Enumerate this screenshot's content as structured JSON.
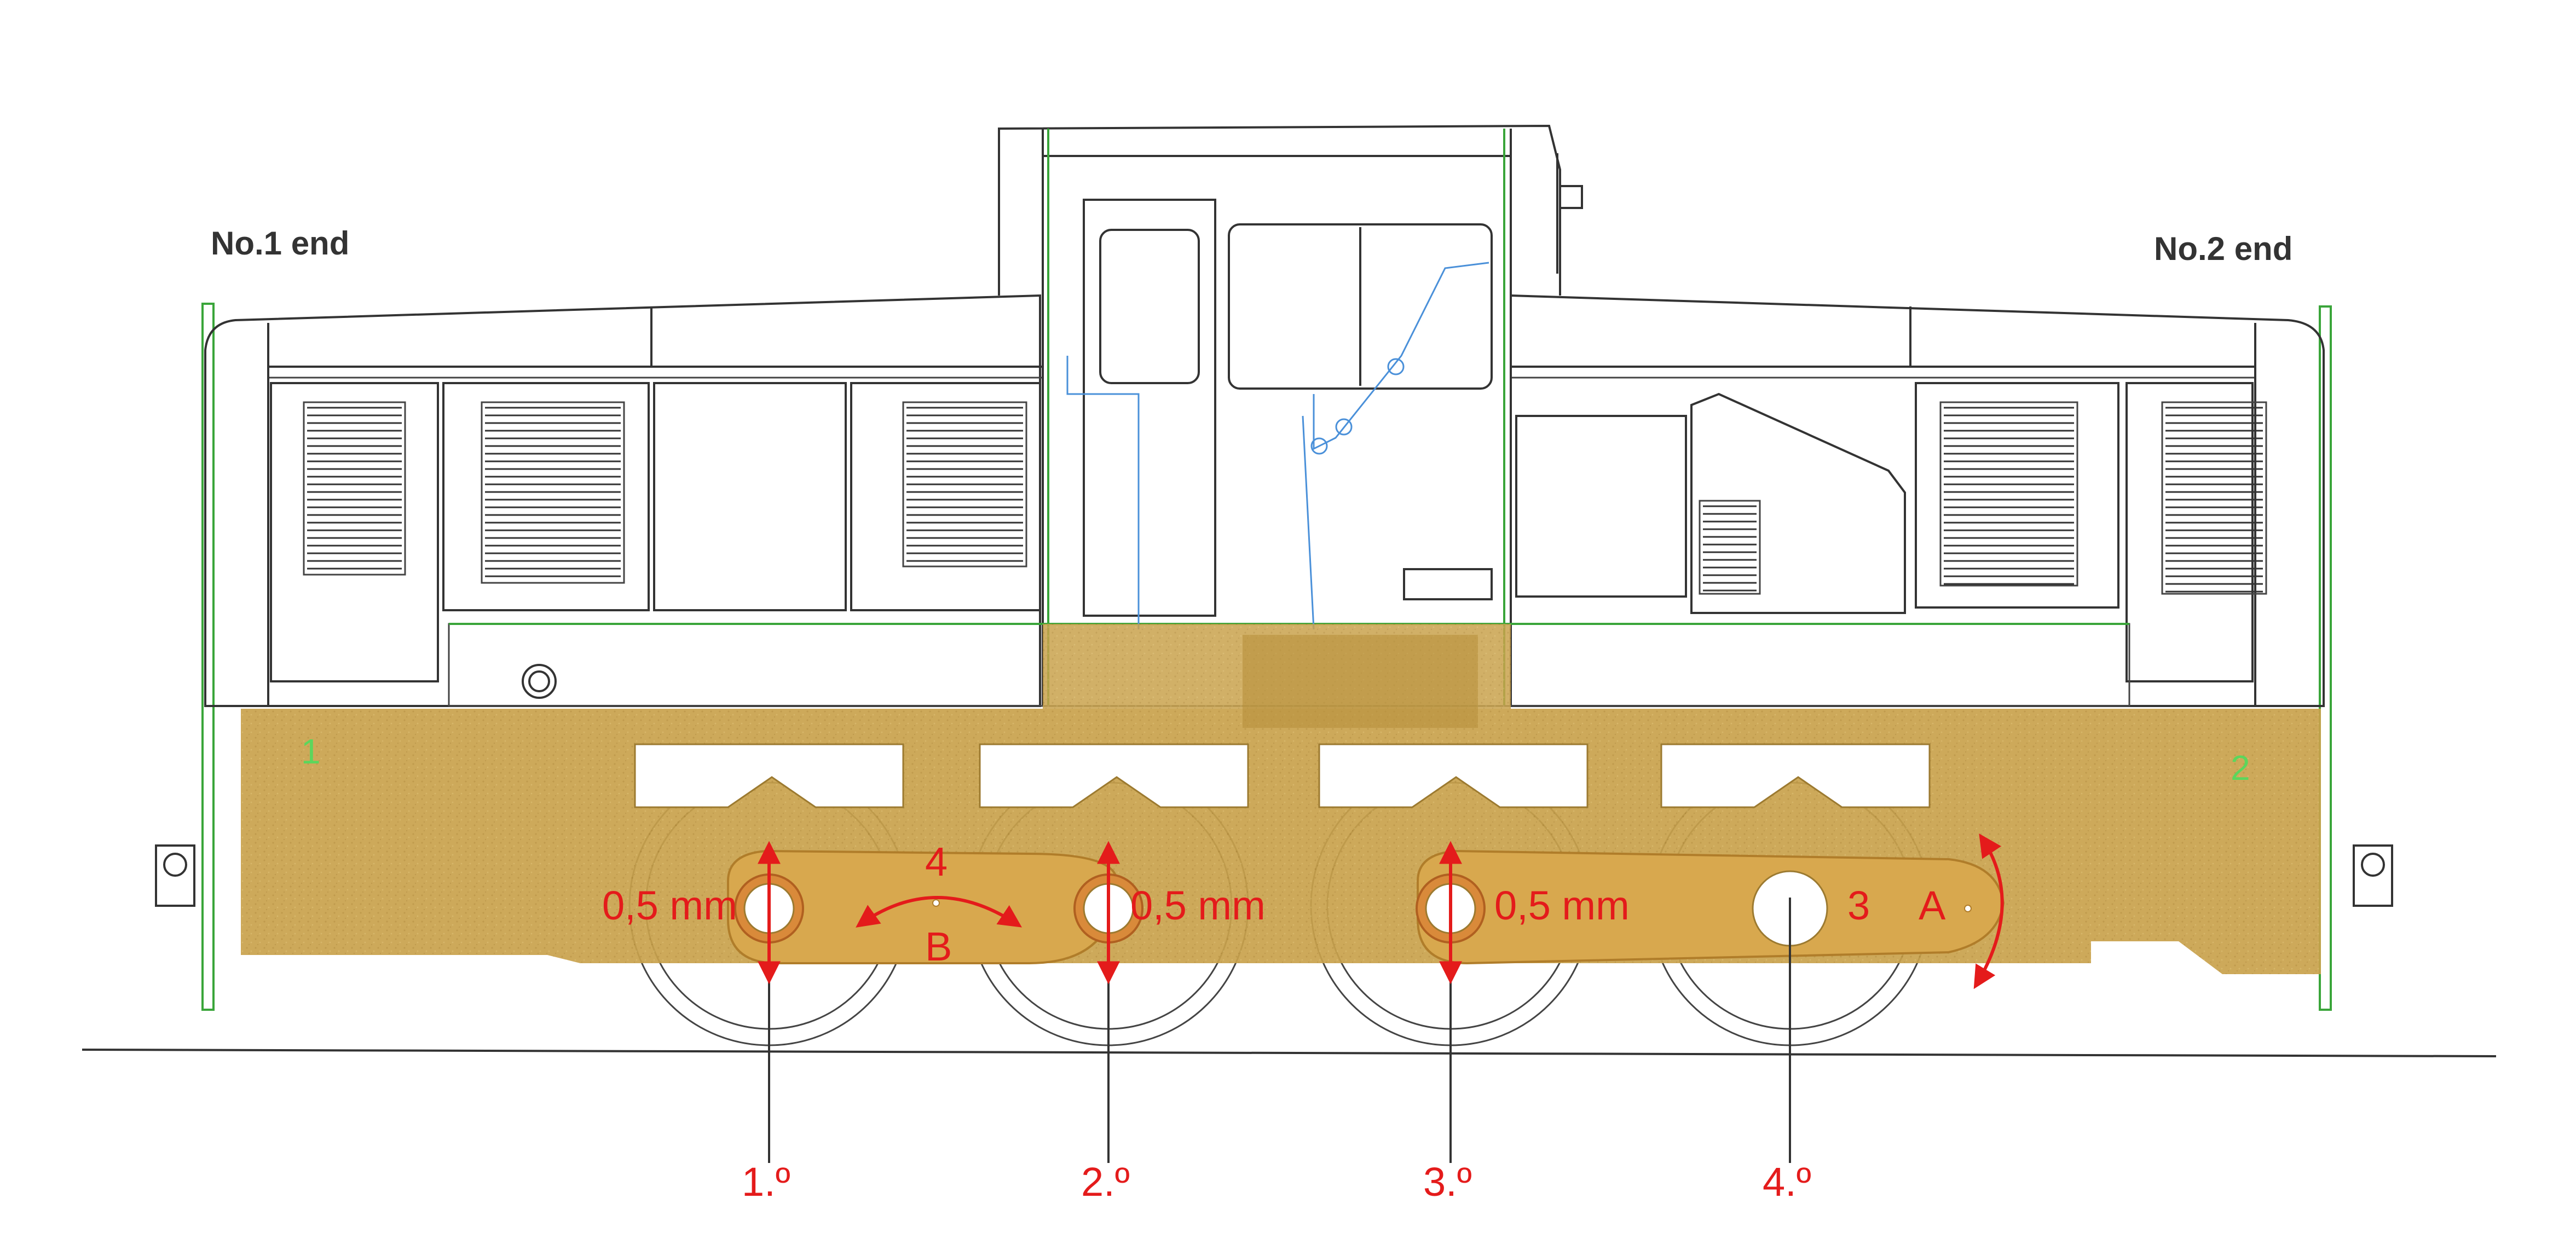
{
  "ends": {
    "left": "No.1 end",
    "right": "No.2 end"
  },
  "frame_markers": {
    "left": "1",
    "right": "2"
  },
  "axle_labels": [
    "1.º",
    "2.º",
    "3.º",
    "4.º"
  ],
  "clearances": [
    "0,5 mm",
    "0,5 mm",
    "0,5 mm"
  ],
  "annotations": {
    "a": "A",
    "b": "B",
    "n3": "3",
    "n4": "4"
  },
  "colors": {
    "frame": "#c8a04a",
    "annotation": "#e41b1b",
    "ink": "#333333",
    "piping": "#4a90d9",
    "markers": "#5cd65c"
  }
}
